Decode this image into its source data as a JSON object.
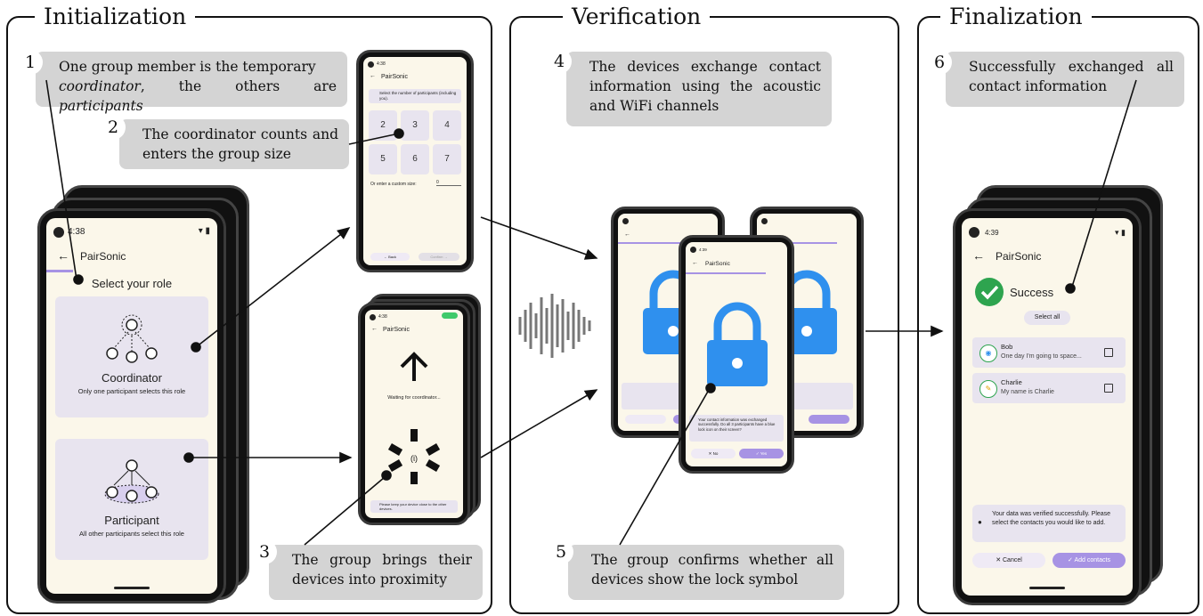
{
  "panels": {
    "initialization": "Initialization",
    "verification": "Verification",
    "finalization": "Finalization"
  },
  "steps": [
    {
      "num": "1",
      "text_a": "One group member is the temporary",
      "text_b_em": "coordinator",
      "text_b": ", the others are ",
      "text_b_em2": "participants"
    },
    {
      "num": "2",
      "text": "The coordinator counts and enters the group size"
    },
    {
      "num": "3",
      "text": "The group brings their devices into proximity"
    },
    {
      "num": "4",
      "text": "The devices exchange contact information using the acoustic and WiFi channels"
    },
    {
      "num": "5",
      "text": "The group confirms whether all devices show the lock symbol"
    },
    {
      "num": "6",
      "text": "Successfully exchanged all contact information"
    }
  ],
  "role_screen": {
    "time": "4:38",
    "app_title": "PairSonic",
    "heading": "Select your role",
    "coordinator_title": "Coordinator",
    "coordinator_desc": "Only one participant selects this role",
    "participant_title": "Participant",
    "participant_desc": "All other participants select this role"
  },
  "size_screen": {
    "time": "4:38",
    "app_title": "PairSonic",
    "prompt": "Select the number of participants (including you).",
    "numbers": [
      "2",
      "3",
      "4",
      "5",
      "6",
      "7"
    ],
    "custom_label": "Or enter a custom size:",
    "custom_value": "0",
    "back": "Back",
    "confirm": "Confirm"
  },
  "proximity_screen": {
    "time": "4:38",
    "app_title": "PairSonic",
    "waiting": "Waiting for coordinator...",
    "hint": "Please keep your device close to the other devices."
  },
  "verify_screen": {
    "time": "4:39",
    "app_title": "PairSonic",
    "message": "Your contact information was exchanged successfully. Do all 3 participants have a blue lock icon on their screen?",
    "no": "No",
    "yes": "Yes"
  },
  "success_screen": {
    "time": "4:39",
    "app_title": "PairSonic",
    "status": "Success",
    "select_all": "Select all",
    "contacts": [
      {
        "name": "Bob",
        "desc": "One day I'm going to space..."
      },
      {
        "name": "Charlie",
        "desc": "My name is Charlie"
      }
    ],
    "message": "Your data was verified successfully. Please select the contacts you would like to add.",
    "cancel": "Cancel",
    "add": "Add contacts"
  },
  "colors": {
    "lock_blue": "#2f90ee",
    "accent_purple": "#a793e4",
    "success_green": "#2ea44f",
    "callout_gray": "#d4d4d4",
    "screen_bg": "#fbf7ea"
  }
}
